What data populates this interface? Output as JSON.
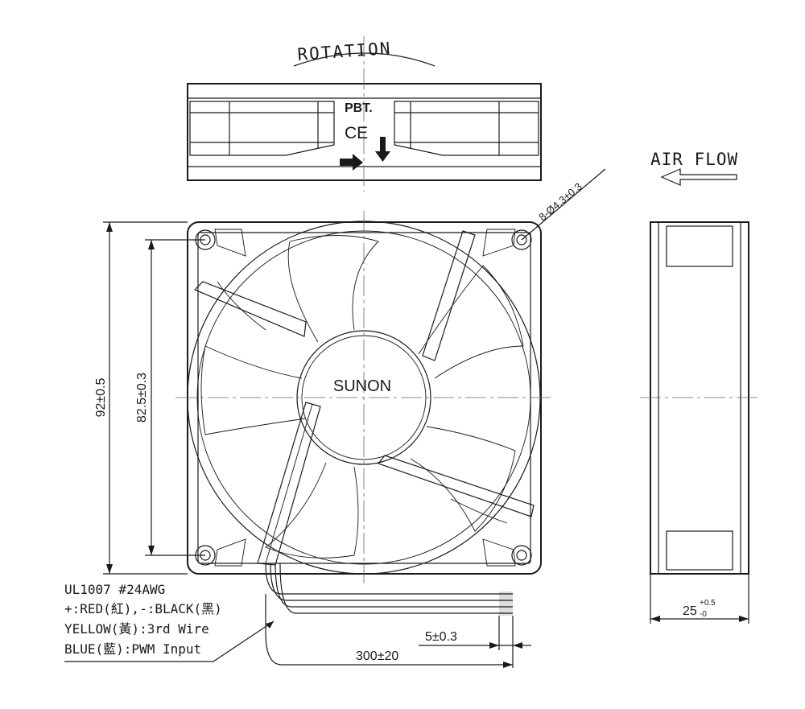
{
  "top_view": {
    "rotation_label": "ROTATION",
    "material_label": "PBT.",
    "ce_mark": "CE"
  },
  "front_view": {
    "brand": "SUNON",
    "hole_spec": "8-Ø4.3±0.3",
    "width_dim": "92±0.5",
    "hole_pitch_dim": "82.5±0.3"
  },
  "side_view": {
    "airflow_label": "AIR FLOW",
    "depth_dim": "25",
    "depth_tol_upper": "+0.5",
    "depth_tol_lower": "-0"
  },
  "wires": {
    "spec": "UL1007  #24AWG",
    "power": "+:RED(紅),-:BLACK(黑)",
    "third": "YELLOW(黃):3rd  Wire",
    "fourth": "BLUE(藍):PWM  Input",
    "lead_length_dim": "300±20",
    "strip_dim": "5±0.3"
  }
}
